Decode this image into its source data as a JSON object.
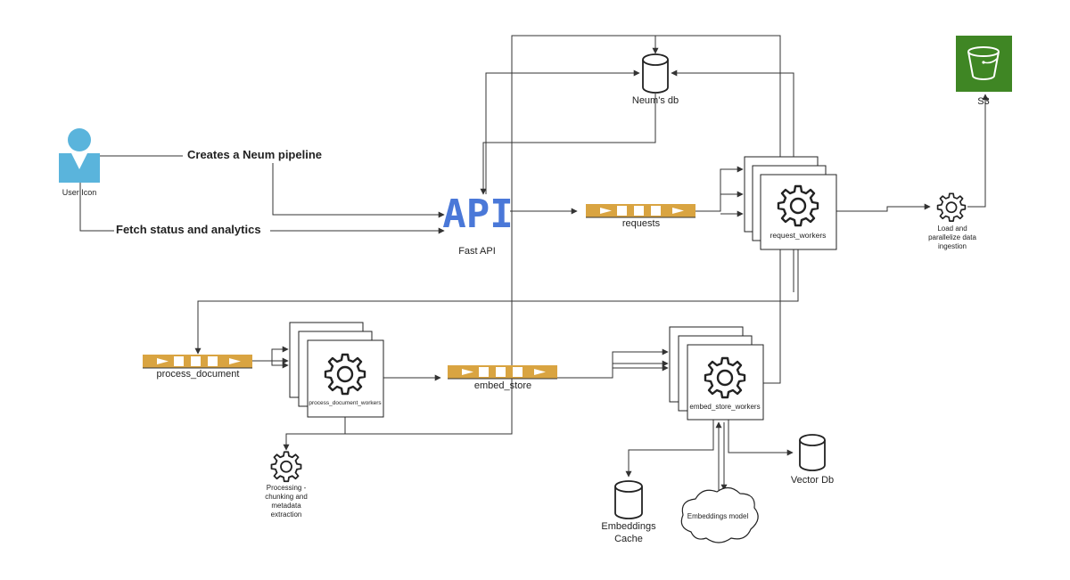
{
  "labels": {
    "user_icon": "User Icon",
    "creates_pipeline": "Creates a Neum pipeline",
    "fetch_status": "Fetch status and analytics",
    "api_logo": "API",
    "fast_api": "Fast API",
    "neums_db": "Neum's db",
    "s3": "S3",
    "requests_queue": "requests",
    "request_workers": "request_workers",
    "load_ingestion_line1": "Load and",
    "load_ingestion_line2": "parallelize  data",
    "load_ingestion_line3": "ingestion",
    "process_document_queue": "process_document",
    "process_document_workers": "process_document_workers",
    "embed_store_queue": "embed_store",
    "embed_store_workers": "embed_store_workers",
    "processing_line1": "Processing -",
    "processing_line2": "chunking and",
    "processing_line3": "metadata",
    "processing_line4": "extraction",
    "embeddings_cache_line1": "Embeddings",
    "embeddings_cache_line2": "Cache",
    "embeddings_model": "Embeddings model",
    "vector_db": "Vector Db"
  },
  "colors": {
    "user_icon": "#5ab4dc",
    "api_logo": "#4a78d8",
    "queue": "#d9a441",
    "s3_bg": "#3f8624",
    "line": "#333333"
  },
  "icons": {
    "user": "user-icon",
    "database": "database-icon",
    "gear": "gear-icon",
    "bucket": "s3-bucket-icon",
    "cloud": "cloud-icon",
    "queue": "queue-icon"
  }
}
